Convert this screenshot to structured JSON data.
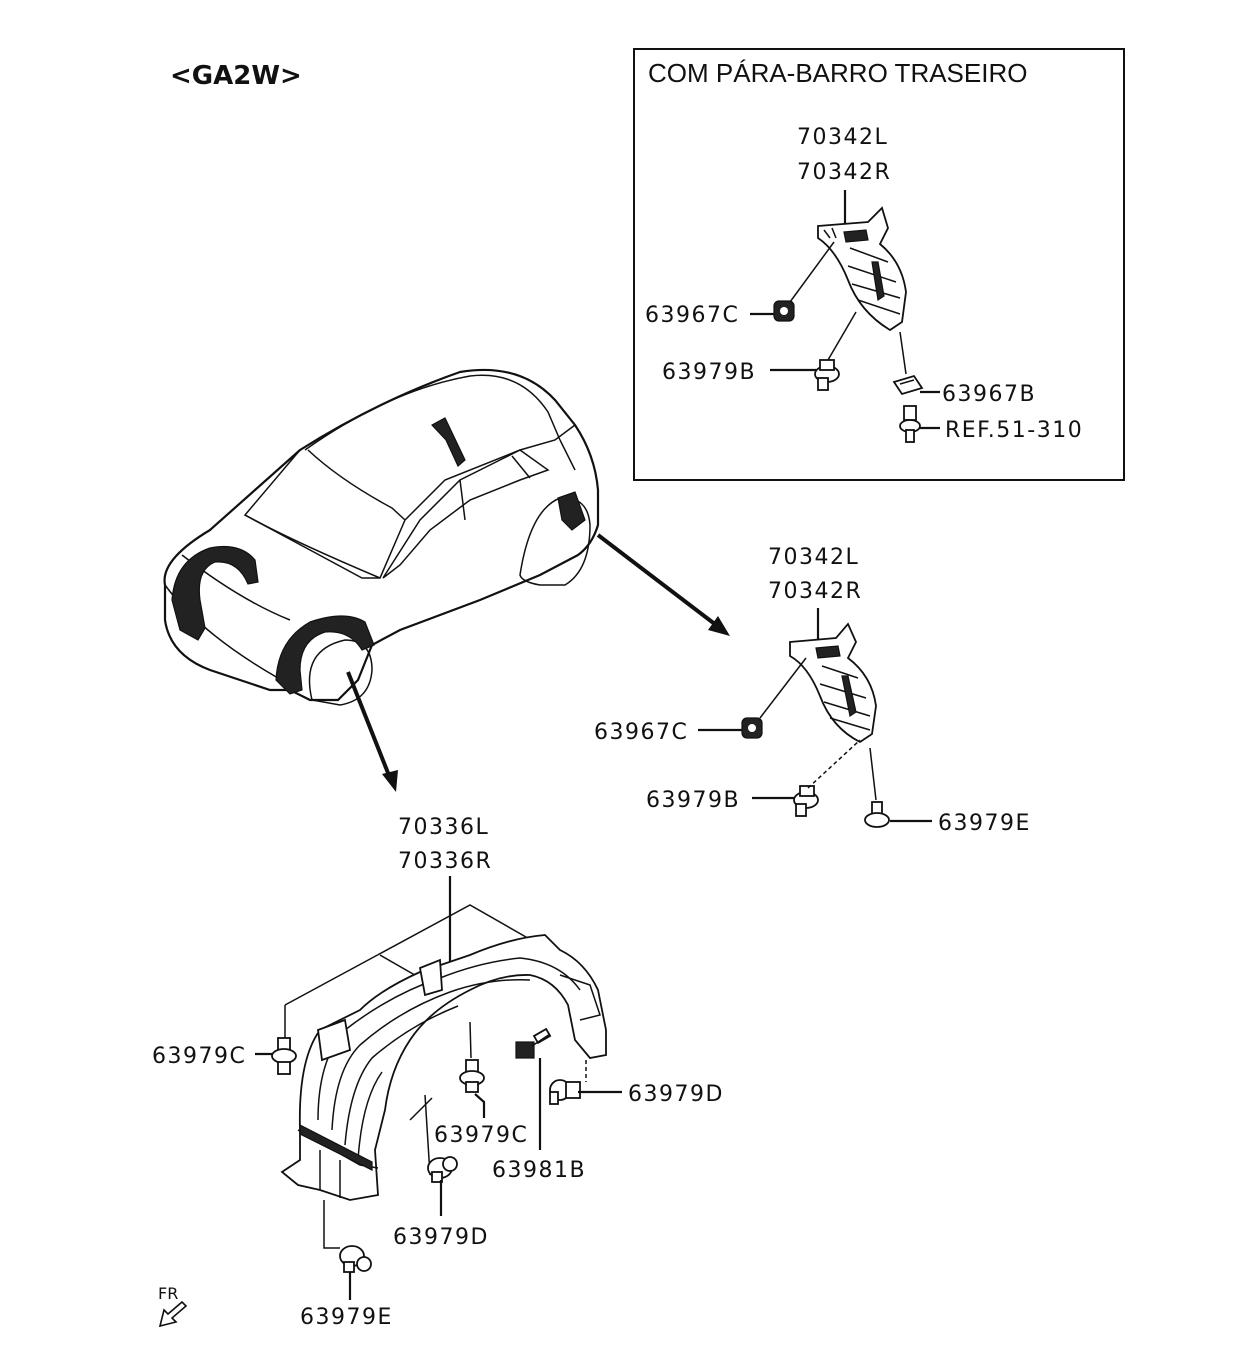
{
  "model_code": "<GA2W>",
  "inset_title": "COM PÁRA-BARRO TRASEIRO",
  "labels": {
    "inset_70342L": "70342L",
    "inset_70342R": "70342R",
    "inset_63967C": "63967C",
    "inset_63979B": "63979B",
    "inset_63967B": "63967B",
    "inset_ref": "REF.51-310",
    "rear_70342L": "70342L",
    "rear_70342R": "70342R",
    "rear_63967C": "63967C",
    "rear_63979B": "63979B",
    "rear_63979E": "63979E",
    "front_70336L": "70336L",
    "front_70336R": "70336R",
    "front_63979C_left": "63979C",
    "front_63979C_mid": "63979C",
    "front_63981B": "63981B",
    "front_63979D_right": "63979D",
    "front_63979D_bottom": "63979D",
    "front_63979E": "63979E"
  },
  "fr_label": "FR"
}
